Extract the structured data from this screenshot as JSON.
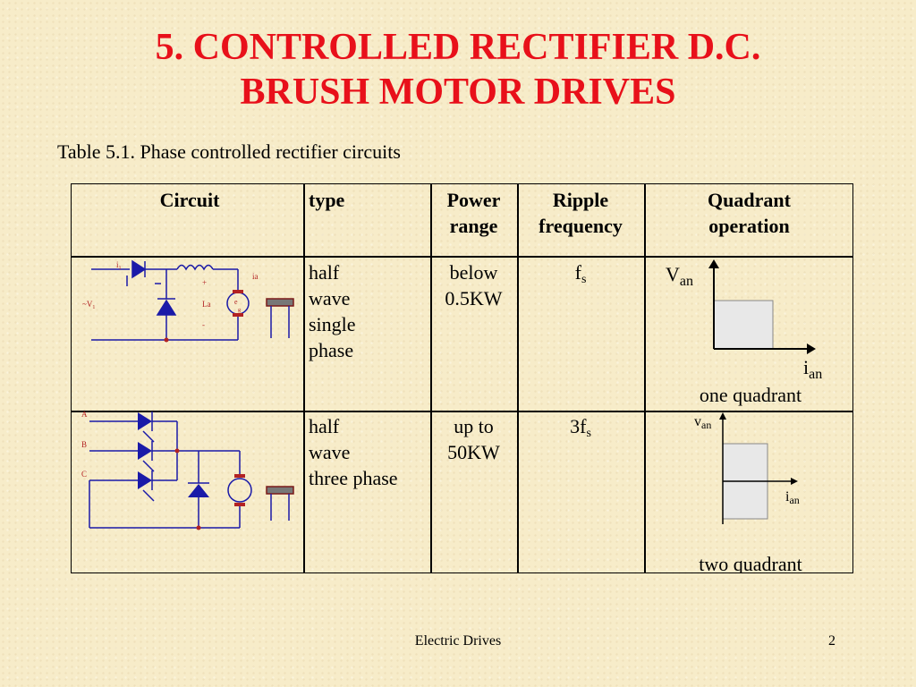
{
  "title_line1": "5. CONTROLLED RECTIFIER D.C.",
  "title_line2": "BRUSH MOTOR DRIVES",
  "table_caption": "Table 5.1. Phase controlled rectifier circuits",
  "headers": {
    "circuit": "Circuit",
    "type": "type",
    "power_range_l1": "Power",
    "power_range_l2": "range",
    "ripple_l1": "Ripple",
    "ripple_l2": "frequency",
    "quadrant_l1": "Quadrant",
    "quadrant_l2": "operation"
  },
  "rows": [
    {
      "type_lines": [
        "half",
        "wave",
        "single",
        "phase"
      ],
      "power_l1": "below",
      "power_l2": "0.5KW",
      "ripple_main": "f",
      "ripple_sub": "s",
      "quadrant_label": "one quadrant",
      "circuit_labels": {
        "i": "i",
        "i_sub": "1",
        "ia": "ia",
        "plus": "+",
        "La": "La",
        "minus": "-",
        "v": "~V",
        "v_sub": "1",
        "e": "e",
        "g": "g"
      },
      "axis_v": "V",
      "axis_v_sub": "an",
      "axis_i": "i",
      "axis_i_sub": "an"
    },
    {
      "type_lines": [
        "half",
        "wave",
        "three phase"
      ],
      "power_l1": "up to",
      "power_l2": "50KW",
      "ripple_main": "3f",
      "ripple_sub": "s",
      "quadrant_label": "two quadrant",
      "circuit_labels": {
        "A": "A",
        "B": "B",
        "C": "C"
      },
      "axis_v": "v",
      "axis_v_sub": "an",
      "axis_i": "i",
      "axis_i_sub": "an"
    }
  ],
  "footer_center": "Electric Drives",
  "page_number": "2",
  "colors": {
    "title": "#e8101a",
    "circuit_wire": "#1a1aa8",
    "quadrant_fill": "#e8e8e8",
    "background": "#f7ecc9"
  }
}
